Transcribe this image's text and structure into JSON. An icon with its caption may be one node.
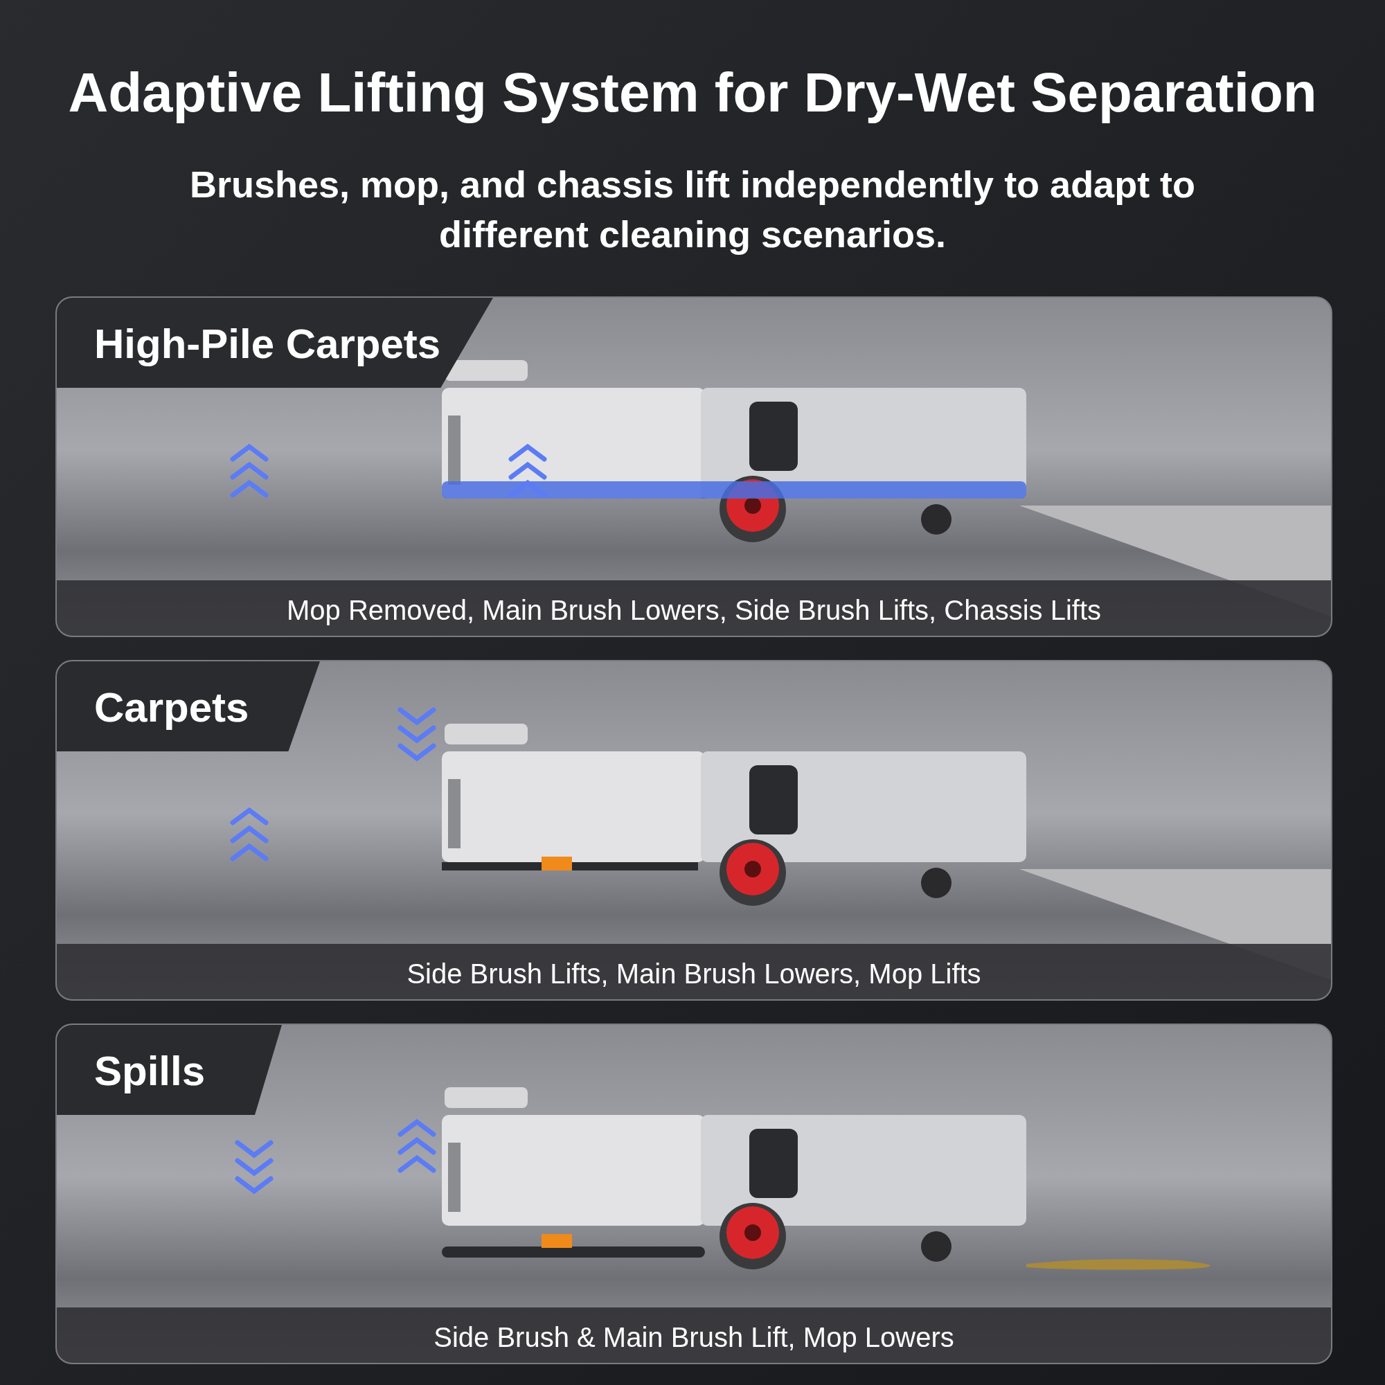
{
  "diagram": {
    "title": "Adaptive Lifting System for Dry-Wet Separation",
    "nodes": [
      {
        "text": [
          "High-Pile Carpets",
          "Mop Removed, Main Brush Lowers, Side Brush Lifts, Chassis Lifts"
        ]
      },
      {
        "text": [
          "Carpets",
          "Side Brush Lifts, Main Brush Lowers, Mop Lifts"
        ]
      },
      {
        "text": [
          "Spills",
          "Side Brush & Main Brush Lift, Mop Lowers"
        ]
      }
    ],
    "labels": [
      "Brushes, mop, and chassis lift independently to adapt to different cleaning scenarios."
    ]
  }
}
